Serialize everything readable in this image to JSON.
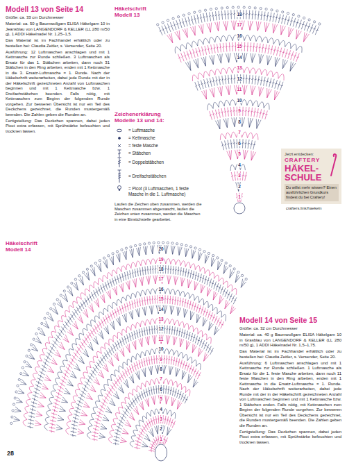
{
  "diagram": {
    "nodes": [
      {
        "text": [
          "Jetzt entdecken:",
          "CRAFTERY",
          "HÄKEL-SCHULE",
          "Du willst mehr wissen? Einen ausführlichen Grundkurs findest du bei Craftery!"
        ]
      }
    ],
    "labels": [
      "Modell 13 von Seite 14",
      "Größe: ca. 33 cm Durchmesser",
      "Material: ca. 50 g Baumwollgarn ELISA Häkelgarn 10 in Jeansblau von LANGENDORF & KELLER (LL 280 m/50 g), 1 ADDI Häkelnadel Nr. 1,25–1,5.",
      "Das Material ist im Fachhandel erhältlich oder zu bestellen bei: Claudia Zeitler, s. Versender, Seite 20.",
      "Ausführung: 12 Luftmaschen anschlagen und mit 1 Kettmasche zur Runde schließen. 3 Luftmaschen als Ersatz für das 1. Stäbchen arbeiten, dann noch 31 Stäbchen in den Ring arbeiten, enden mit 1 Kettmasche in die 3. Ersatz-Luftmasche = 1. Runde. Nach der Häkelschrift weiterarbeiten, dabei jede Runde mit der in der Häkelschrift gezeichneten Anzahl von Luftmaschen beginnen und mit 1 Kettmasche bzw. 1 Dreifachstäbchen beenden. Falls nötig, mit Kettmaschen zum Beginn der folgenden Runde vorgehen. Zur besseren Übersicht ist nur ein Teil des Deckchens gezeichnet, die Runden mustergemäß beenden. Die Zahlen geben die Runden an.",
      "Fertigstellung: Das Deckchen spannen, dabei jeden Picot extra erfassen, mit Sprühstärke befeuchten und trocknen lassen.",
      "Häkelschrift Modell 13",
      "18",
      "17",
      "16",
      "15",
      "14",
      "13",
      "12",
      "11",
      "10",
      "9",
      "8",
      "7",
      "6",
      "5",
      "4",
      "3",
      "2",
      "1",
      "Zeichenerklärung Modelle 13 und 14:",
      "Laufen die Zeichen oben zusammen, werden die Maschen zusammen abgemascht, laufen die Zeichen unten zusammen, werden die Maschen in eine Einstichstelle gearbeitet.",
      "crafters.link/haekeln",
      "Häkelschrift Modell 14",
      "20",
      "19",
      "18",
      "17",
      "16",
      "15",
      "14",
      "13",
      "12",
      "11",
      "10",
      "9",
      "8",
      "7",
      "6",
      "5",
      "4",
      "3",
      "2",
      "1",
      "Modell 14 von Seite 15",
      "Größe: ca. 32 cm Durchmesser",
      "Material: ca. 40 g Baumwollgarn ELISA Häkelgarn 10 in Grasblau von LANGENDORF & KELLER (LL 280 m/50 g), 1 ADDI Häkelnadel Nr. 1,5–1,75.",
      "Das Material ist im Fachhandel erhältlich oder zu bestellen bei: Claudia Zeitler, s. Versender, Seite 20.",
      "Ausführung: 6 Luftmaschen anschlagen und mit 1 Kettmasche zur Runde schließen. 1 Luftmasche als Ersatz für die 1. feste Masche arbeiten, dann noch 11 feste Maschen in den Ring arbeiten, enden mit 1 Kettmasche in die Ersatz-Luftmasche = 1. Runde. Nach der Häkelschrift weiterarbeiten, dabei jede Runde mit der in der Häkelschrift gezeichneten Anzahl von Luftmaschen beginnen und mit 1 Kettmasche bzw. 1 Stäbchen enden. Falls nötig, mit Kettmaschen zum Beginn der folgenden Runde vorgehen. Zur besseren Übersicht ist nur ein Teil des Deckchens gezeichnet, die Runden mustergemäß beenden. Die Zahlen geben die Runden an.",
      "Fertigstellung: Das Deckchen spannen, dabei jeden Picot extra erfassen, mit Sprühstärke befeuchten und trocknen lassen.",
      "28"
    ],
    "legend": [
      {
        "text": "= Luftmasche"
      },
      {
        "text": "= Kettmasche"
      },
      {
        "text": "= feste Masche"
      },
      {
        "text": "= Stäbchen"
      },
      {
        "text": "= Doppelstäbchen"
      },
      {
        "text": "= Dreifachstäbchen"
      },
      {
        "text": "= Picot (3 Luftmaschen, 1 feste Masche in die 1. Luftmasche)"
      }
    ]
  }
}
